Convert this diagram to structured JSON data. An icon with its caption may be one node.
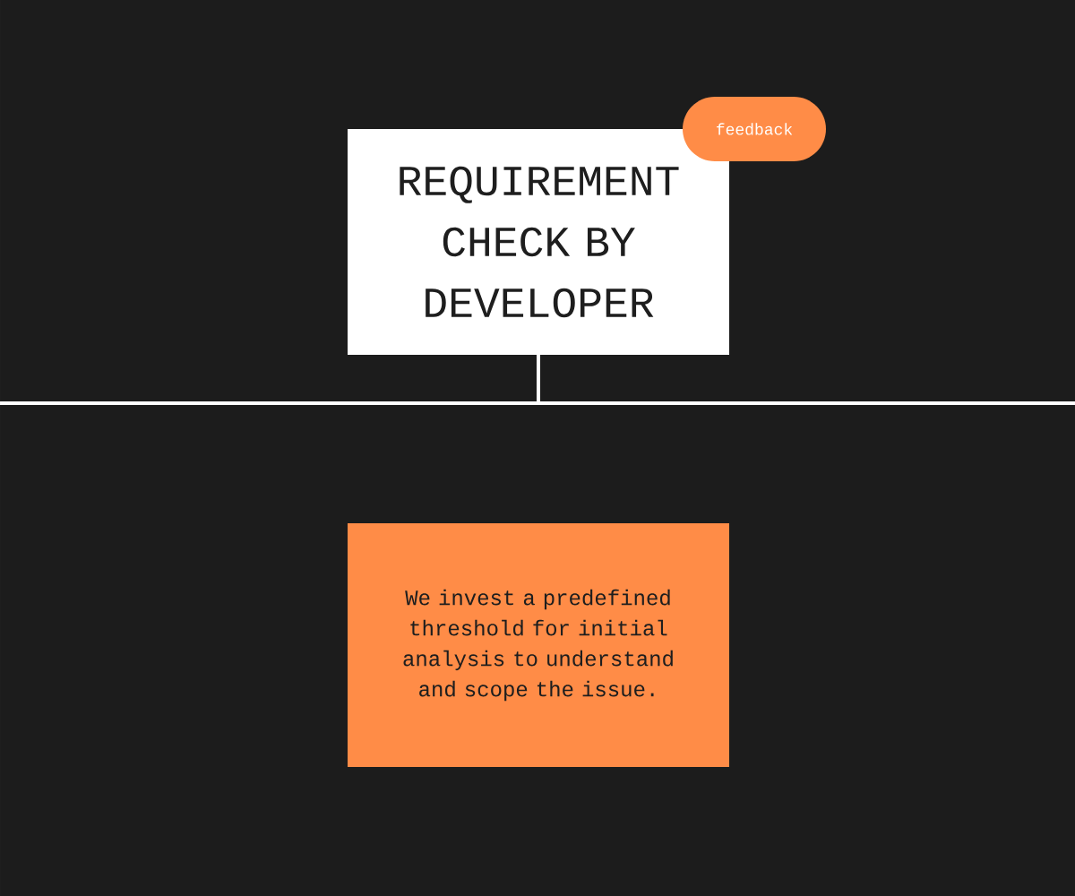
{
  "diagram": {
    "nodes": [
      {
        "text": [
          "REQUIREMENT CHECK BY DEVELOPER"
        ]
      },
      {
        "text": [
          "feedback"
        ]
      },
      {
        "text": [],
        "shape": "bar"
      },
      {
        "text": [
          "We invest a predefined threshold for initial analysis to understand and scope the issue."
        ]
      }
    ],
    "edges": [
      {
        "from": 0,
        "to": 2,
        "arrow": "none"
      }
    ]
  }
}
